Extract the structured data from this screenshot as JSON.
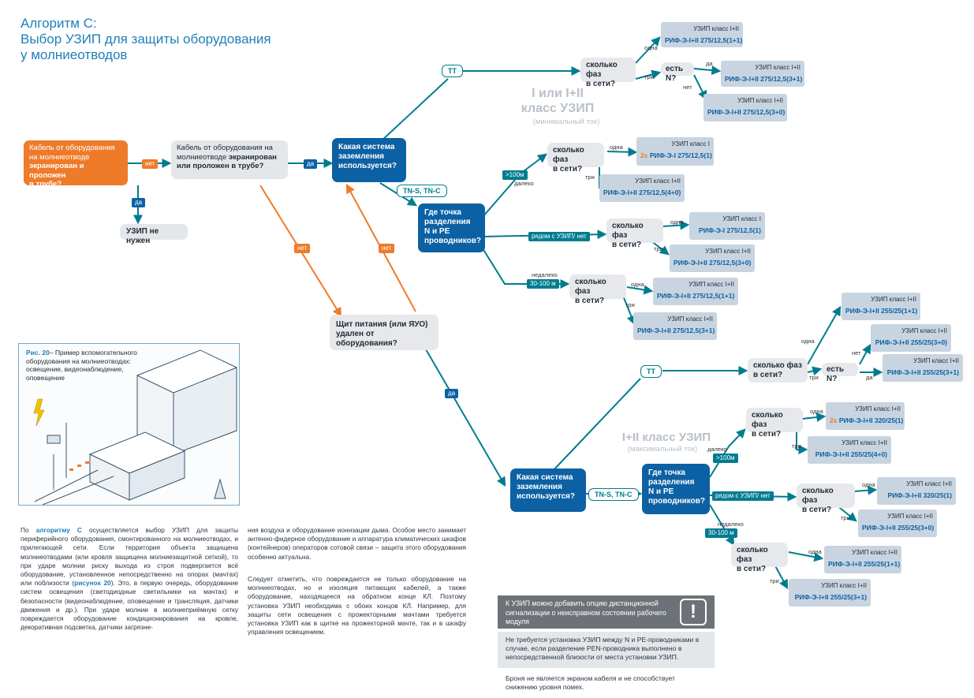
{
  "title": [
    "Алгоритм С:",
    "Выбор УЗИП для защиты оборудования",
    "у молниеотводов"
  ],
  "start": {
    "line1": "Кабель от оборудования",
    "line2": "на молниеотводе",
    "bold1": "экранирован и проложен",
    "bold2": "в трубе?"
  },
  "q2": {
    "line1": "Кабель от оборудования на",
    "line2a": "молниеотводе ",
    "bold2": "экранирован",
    "bold3": "или проложен в трубе?"
  },
  "no_spd": "УЗИП не нужен",
  "sys_q": [
    "Какая система",
    "заземления",
    "используется?"
  ],
  "sep_q": [
    "Где точка",
    "разделения",
    "N и PE",
    "проводников?"
  ],
  "sep_q2": [
    "Где точка",
    "разделения",
    "N и PE",
    "проводников?"
  ],
  "shield_q": [
    "Щит питания (или ЯУО)",
    "удален от оборудования?"
  ],
  "phase_q": [
    "сколько фаз",
    "в сети?"
  ],
  "neutral_q": "есть N?",
  "labels": {
    "yes": "да",
    "no": "нет",
    "one": "одна",
    "three": "три",
    "tt": "TT",
    "tns": "TN-S, TN-C",
    "gt100": ">100м",
    "far": "далеко",
    "near_spd": "рядом с УЗИП/ нет",
    "near": "недалеко",
    "range": "30-100 м"
  },
  "class_top": {
    "line1": "I или I+II",
    "line2": "класс УЗИП",
    "sub": "(минимальный ток)"
  },
  "class_bottom": {
    "line1": "I+II класс УЗИП",
    "sub": "(максимальный ток)"
  },
  "products": [
    {
      "cls": "УЗИП класс I+II",
      "pre": "",
      "model": "РИФ-Э-I+II 275/12,5(1+1)"
    },
    {
      "cls": "УЗИП класс I+II",
      "pre": "",
      "model": "РИФ-Э-I+II 275/12,5(3+1)"
    },
    {
      "cls": "УЗИП класс I+II",
      "pre": "",
      "model": "РИФ-Э-I+II 275/12,5(3+0)"
    },
    {
      "cls": "УЗИП класс I",
      "pre": "2х ",
      "model": "РИФ-Э-I 275/12,5(1)"
    },
    {
      "cls": "УЗИП класс I+II",
      "pre": "",
      "model": "РИФ-Э-I+II 275/12,5(4+0)"
    },
    {
      "cls": "УЗИП класс I",
      "pre": "",
      "model": "РИФ-Э-I 275/12,5(1)"
    },
    {
      "cls": "УЗИП класс I+II",
      "pre": "",
      "model": "РИФ-Э-I+II 275/12,5(3+0)"
    },
    {
      "cls": "УЗИП класс I+II",
      "pre": "",
      "model": "РИФ-Э-I+II 275/12,5(1+1)"
    },
    {
      "cls": "УЗИП класс I+II",
      "pre": "",
      "model": "РИФ-Э-I+II 275/12,5(3+1)"
    },
    {
      "cls": "УЗИП класс I+II",
      "pre": "",
      "model": "РИФ-Э-I+II 255/25(1+1)"
    },
    {
      "cls": "УЗИП класс I+II",
      "pre": "",
      "model": "РИФ-Э-I+II 255/25(3+0)"
    },
    {
      "cls": "УЗИП класс I+II",
      "pre": "",
      "model": "РИФ-Э-I+II 255/25(3+1)"
    },
    {
      "cls": "УЗИП класс I+II",
      "pre": "2х ",
      "model": "РИФ-Э-I+II 320/25(1)"
    },
    {
      "cls": "УЗИП класс I+II",
      "pre": "",
      "model": "РИФ-Э-I+II 255/25(4+0)"
    },
    {
      "cls": "УЗИП класс I+II",
      "pre": "",
      "model": "РИФ-Э-I+II 320/25(1)"
    },
    {
      "cls": "УЗИП класс I+II",
      "pre": "",
      "model": "РИФ-Э-I+II 255/25(3+0)"
    },
    {
      "cls": "УЗИП класс I+II",
      "pre": "",
      "model": "РИФ-Э-I+II 255/25(1+1)"
    },
    {
      "cls": "УЗИП класс I+II",
      "pre": "",
      "model": "РИФ-Э-I+II 255/25(3+1)"
    }
  ],
  "figure": {
    "label": "Рис. 20",
    "caption": "– Пример вспомогательного оборудования на молниеотводах: освещение, видеонаблюдение, оповещение"
  },
  "body": {
    "p1_a": "По ",
    "p1_link": "алгоритму С",
    "p1_b": " осуществляется выбор УЗИП для защиты периферийного оборудования, смонтированного на молниеотводах, и прилегающей сети. Если территория объекта защищена молниеотводами (или кровля защищена молниезащитной сеткой), то при ударе молнии риску выхода из строя подвергается всё оборудование, установленное непосредственно на опорах (мачтах) или поблизости (",
    "p1_link2": "рисунок 20",
    "p1_c": "). Это, в первую очередь, оборудование систем освещения (светодиодные светильники на мачтах) и безопасности (видеонаблюдение, оповещение и трансляция, датчики движения и др.). При ударе молнии в молниеприёмную сетку повреждается оборудование кондиционирования на кровле, декоративная подсветка, датчики загрязне-",
    "p2": "ния воздуха и оборудование ионизации дыма. Особое место занимает антенно-фидерное оборудование и аппаратура климатических шкафов (контейнеров) операторов сотовой связи – защита этого оборудования особенно актуальна.",
    "p3": "Следует отметить, что повреждается не только оборудование на молниеотводах, но и изоляция питающих кабелей, а также оборудование, находящееся на обратном конце КЛ. Поэтому установка УЗИП необходима с обоих концов КЛ. Например, для защиты сети освещения с прожекторными мачтами требуется установка УЗИП как в щитке на прожекторной мачте, так и в шкафу управления освещением."
  },
  "notes": {
    "dark": "К УЗИП можно добавить опцию дистанционной сигнализации о неисправном состоянии рабочего модуля",
    "grey": "Не требуется установка УЗИП между N и PE-проводниками в случае, если разделение PEN-проводника выполнено в непосредственной близости от места установки УЗИП.",
    "plain": "Броня не является экраном кабеля и не способствует снижению уровня помех.",
    "icon": "!"
  },
  "colors": {
    "teal": "#007c8f",
    "navy": "#0c61a4",
    "orange": "#ee7b2a",
    "grey": "#e4e7ea",
    "product": "#c8d4e0",
    "title": "#1f7fb8"
  }
}
